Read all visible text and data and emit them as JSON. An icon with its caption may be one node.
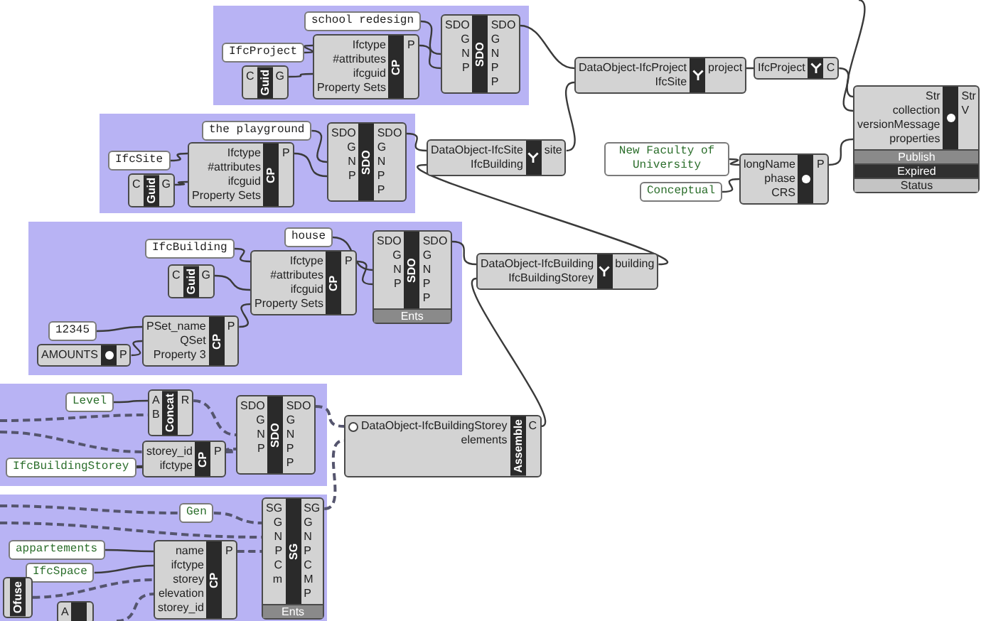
{
  "diagram": {
    "nodes": [
      {
        "text": [],
        "shape": "box"
      },
      {
        "text": [
          "IfcProject"
        ],
        "in": 0
      },
      {
        "text": [
          "C",
          "Guid",
          "G"
        ],
        "in": 0
      },
      {
        "text": [
          "Ifctype",
          "#attributes",
          "ifcguid",
          "Property Sets",
          "CP",
          "P"
        ],
        "in": 0
      },
      {
        "text": [
          "school redesign"
        ],
        "in": 0
      },
      {
        "text": [
          "SDO",
          "G",
          "N",
          "P",
          "SDO",
          "SDO",
          "G",
          "N",
          "P",
          "P"
        ],
        "in": 0
      },
      {
        "text": [
          "DataObject-IfcProject",
          "IfcSite",
          "project"
        ]
      },
      {
        "text": [
          "IfcProject",
          "C"
        ]
      },
      {
        "text": [
          "Str",
          "collection",
          "versionMessage",
          "properties",
          "Str",
          "V",
          "Publish",
          "Expired",
          "Status"
        ]
      },
      {
        "text": [
          "New Faculty of University"
        ]
      },
      {
        "text": [
          "Conceptual"
        ]
      },
      {
        "text": [
          "longName",
          "phase",
          "CRS",
          "P"
        ]
      },
      {
        "text": [],
        "shape": "box"
      },
      {
        "text": [
          "IfcSite"
        ],
        "in": 12
      },
      {
        "text": [
          "C",
          "Guid",
          "G"
        ],
        "in": 12
      },
      {
        "text": [
          "Ifctype",
          "#attributes",
          "ifcguid",
          "Property Sets",
          "CP",
          "P"
        ],
        "in": 12
      },
      {
        "text": [
          "the playground"
        ],
        "in": 12
      },
      {
        "text": [
          "SDO",
          "G",
          "N",
          "P",
          "SDO",
          "SDO",
          "G",
          "N",
          "P",
          "P"
        ],
        "in": 12
      },
      {
        "text": [
          "DataObject-IfcSite",
          "IfcBuilding",
          "site"
        ]
      },
      {
        "text": [],
        "shape": "box"
      },
      {
        "text": [
          "house"
        ],
        "in": 19
      },
      {
        "text": [
          "IfcBuilding"
        ],
        "in": 19
      },
      {
        "text": [
          "C",
          "Guid",
          "G"
        ],
        "in": 19
      },
      {
        "text": [
          "Ifctype",
          "#attributes",
          "ifcguid",
          "Property Sets",
          "CP",
          "P"
        ],
        "in": 19
      },
      {
        "text": [
          "12345"
        ],
        "in": 19
      },
      {
        "text": [
          "AMOUNTS",
          "P"
        ],
        "in": 19
      },
      {
        "text": [
          "PSet_name",
          "QSet",
          "Property 3",
          "CP",
          "P"
        ],
        "in": 19
      },
      {
        "text": [
          "SDO",
          "G",
          "N",
          "P",
          "SDO",
          "SDO",
          "G",
          "N",
          "P",
          "P",
          "Ents"
        ],
        "in": 19
      },
      {
        "text": [
          "DataObject-IfcBuilding",
          "IfcBuildingStorey",
          "building"
        ]
      },
      {
        "text": [],
        "shape": "box"
      },
      {
        "text": [
          "Level"
        ],
        "in": 29
      },
      {
        "text": [
          "A",
          "B",
          "Concat",
          "R"
        ],
        "in": 29
      },
      {
        "text": [
          "storey_id",
          "ifctype",
          "CP",
          "P"
        ],
        "in": 29
      },
      {
        "text": [
          "IfcBuildingStorey"
        ],
        "in": 29
      },
      {
        "text": [
          "SDO",
          "G",
          "N",
          "P",
          "SDO",
          "SDO",
          "G",
          "N",
          "P",
          "P"
        ],
        "in": 29
      },
      {
        "text": [
          "DataObject-IfcBuildingStorey",
          "elements",
          "Assemble",
          "C"
        ]
      },
      {
        "text": [],
        "shape": "box"
      },
      {
        "text": [
          "Gen"
        ],
        "in": 36
      },
      {
        "text": [
          "SG",
          "G",
          "N",
          "P",
          "C",
          "m",
          "SG",
          "SG",
          "G",
          "N",
          "P",
          "C",
          "M",
          "P",
          "Ents"
        ],
        "in": 36
      },
      {
        "text": [
          "appartements"
        ],
        "in": 36
      },
      {
        "text": [
          "IfcSpace"
        ],
        "in": 36
      },
      {
        "text": [
          "name",
          "ifctype",
          "storey",
          "elevation",
          "storey_id",
          "CP",
          "P"
        ],
        "in": 36
      },
      {
        "text": [
          "Ofuse"
        ],
        "in": 36
      },
      {
        "text": [
          "A"
        ],
        "in": 36
      }
    ],
    "edges": [
      {
        "from": 1,
        "to": 3,
        "arrow": "none"
      },
      {
        "from": 2,
        "to": 3,
        "arrow": "none"
      },
      {
        "from": 4,
        "to": 5,
        "arrow": "none"
      },
      {
        "from": 3,
        "to": 5,
        "arrow": "none"
      },
      {
        "from": 5,
        "to": 6,
        "arrow": "none"
      },
      {
        "from": 6,
        "to": 7,
        "arrow": "none"
      },
      {
        "from": 7,
        "to": 8,
        "arrow": "none"
      },
      {
        "from": null,
        "to": 8,
        "arrow": "none"
      },
      {
        "from": 9,
        "to": 11,
        "arrow": "none"
      },
      {
        "from": 10,
        "to": 11,
        "arrow": "none"
      },
      {
        "from": 11,
        "to": 8,
        "arrow": "none"
      },
      {
        "from": 13,
        "to": 15,
        "arrow": "none"
      },
      {
        "from": 14,
        "to": 15,
        "arrow": "none"
      },
      {
        "from": 16,
        "to": 17,
        "arrow": "none"
      },
      {
        "from": 15,
        "to": 17,
        "arrow": "none"
      },
      {
        "from": 17,
        "to": 18,
        "arrow": "none"
      },
      {
        "from": 18,
        "to": 6,
        "arrow": "none"
      },
      {
        "from": 20,
        "to": 27,
        "arrow": "none"
      },
      {
        "from": 21,
        "to": 23,
        "arrow": "none"
      },
      {
        "from": 22,
        "to": 23,
        "arrow": "none"
      },
      {
        "from": 24,
        "to": 26,
        "arrow": "none"
      },
      {
        "from": 25,
        "to": 26,
        "arrow": "none"
      },
      {
        "from": 26,
        "to": 23,
        "arrow": "none"
      },
      {
        "from": 23,
        "to": 27,
        "arrow": "none"
      },
      {
        "from": 27,
        "to": 28,
        "arrow": "none"
      },
      {
        "from": 28,
        "to": 18,
        "arrow": "none"
      },
      {
        "from": 30,
        "to": 31,
        "arrow": "none"
      },
      {
        "from": null,
        "to": 31,
        "arrow": "none",
        "style": "dashed"
      },
      {
        "from": 31,
        "to": 34,
        "arrow": "none",
        "style": "dashed"
      },
      {
        "from": null,
        "to": 32,
        "arrow": "none",
        "style": "dashed"
      },
      {
        "from": 33,
        "to": 32,
        "arrow": "none"
      },
      {
        "from": 32,
        "to": 34,
        "arrow": "none",
        "style": "dashed"
      },
      {
        "from": 34,
        "to": 35,
        "arrow": "none",
        "style": "dashed"
      },
      {
        "from": 35,
        "to": 28,
        "arrow": "none"
      },
      {
        "from": null,
        "to": 37,
        "arrow": "none",
        "style": "dashed"
      },
      {
        "from": 37,
        "to": 38,
        "arrow": "none",
        "style": "dashed"
      },
      {
        "from": null,
        "to": 38,
        "arrow": "none",
        "style": "dashed"
      },
      {
        "from": 41,
        "to": 38,
        "arrow": "none",
        "style": "dashed"
      },
      {
        "from": 38,
        "to": 35,
        "arrow": "none",
        "style": "dashed"
      },
      {
        "from": 39,
        "to": 41,
        "arrow": "none"
      },
      {
        "from": 40,
        "to": 41,
        "arrow": "none"
      },
      {
        "from": 42,
        "to": 41,
        "arrow": "none",
        "style": "dashed"
      },
      {
        "from": null,
        "to": 41,
        "arrow": "none",
        "style": "dashed"
      }
    ]
  }
}
